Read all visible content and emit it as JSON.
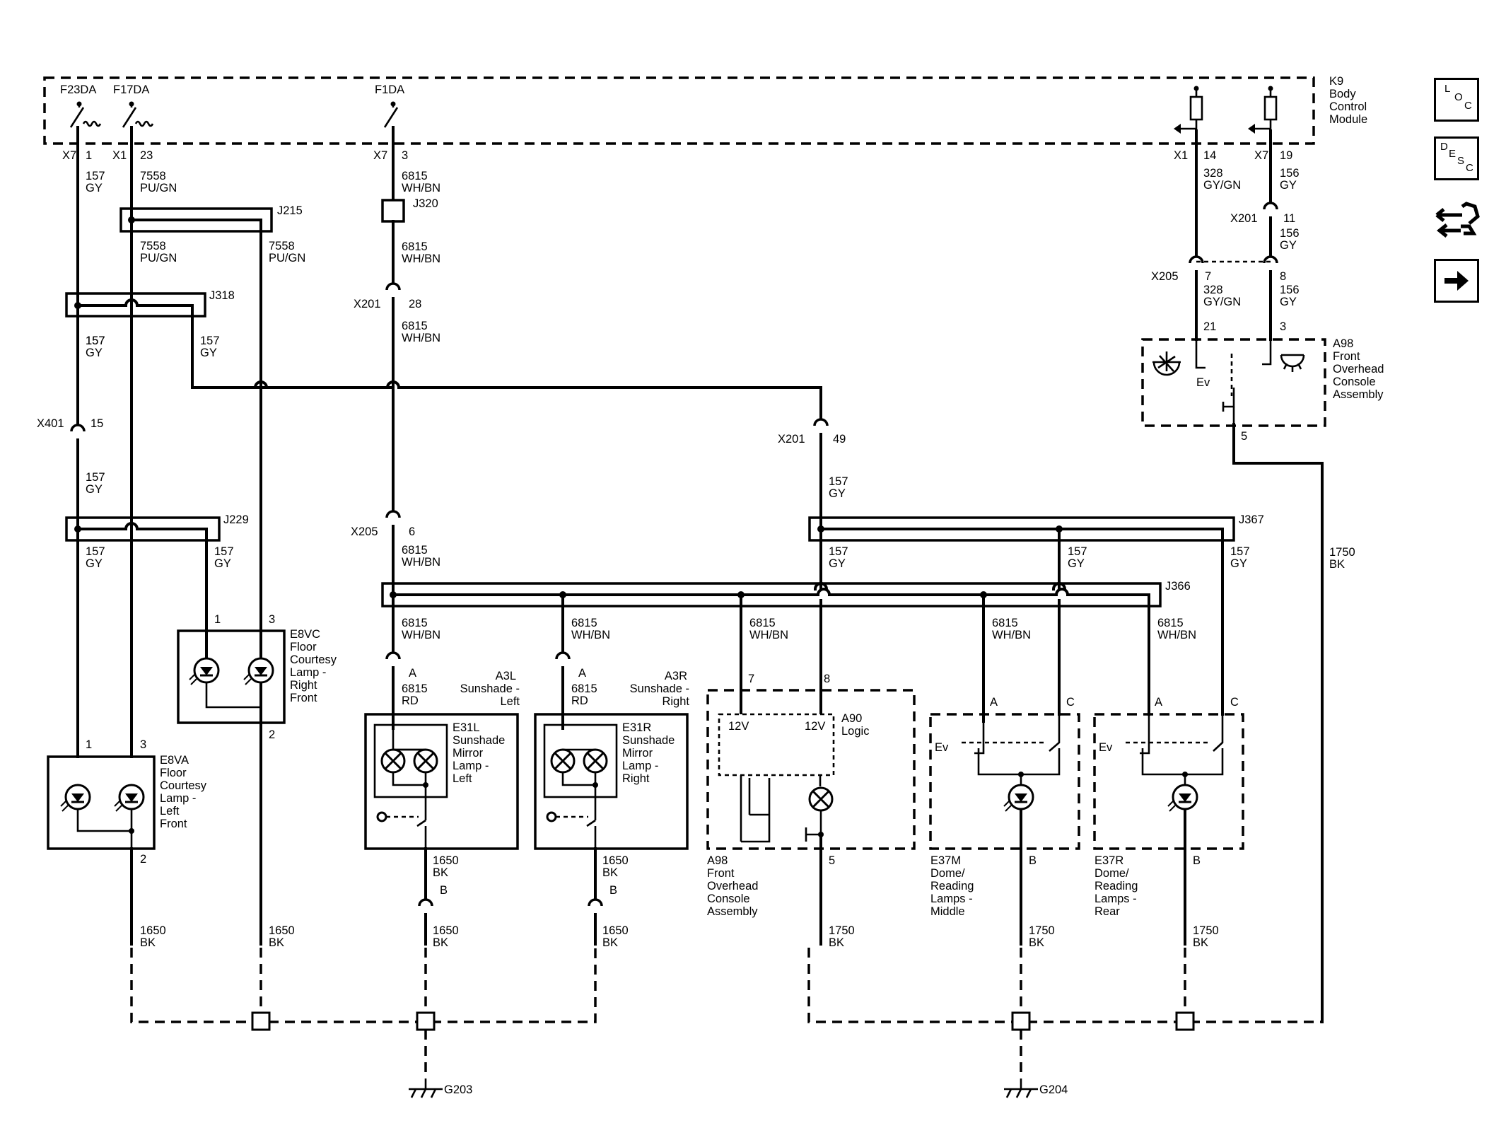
{
  "nav": {
    "loc": [
      "L",
      "O",
      "C"
    ],
    "desc": [
      "D",
      "E",
      "S",
      "C"
    ],
    "icons": [
      "connector-swap-icon",
      "next-arrow-icon"
    ]
  },
  "module": {
    "name": [
      "K9",
      "Body",
      "Control",
      "Module"
    ],
    "fuses": [
      "F23DA",
      "F17DA",
      "F1DA"
    ]
  },
  "pins": {
    "x7": "X7",
    "x1": "X1",
    "p1": "1",
    "p23": "23",
    "p3": "3",
    "p14": "14",
    "p19": "19",
    "x201": "X201",
    "x205": "X205",
    "x401": "X401",
    "p11": "11",
    "p7": "7",
    "p8": "8",
    "p21": "21",
    "p28": "28",
    "p49": "49",
    "p15": "15",
    "p6": "6",
    "p5": "5",
    "p2": "2",
    "A": "A",
    "B": "B",
    "C": "C"
  },
  "wires": {
    "w157": "157",
    "gy": "GY",
    "w7558": "7558",
    "pugn": "PU/GN",
    "w6815": "6815",
    "whbn": "WH/BN",
    "w328": "328",
    "gygn": "GY/GN",
    "w156": "156",
    "w1650": "1650",
    "bk": "BK",
    "w1750": "1750",
    "rd": "RD"
  },
  "splices": [
    "J215",
    "J318",
    "J320",
    "J229",
    "J367",
    "J366"
  ],
  "grounds": [
    "G203",
    "G204"
  ],
  "components": {
    "a98top": [
      "A98",
      "Front",
      "Overhead",
      "Console",
      "Assembly"
    ],
    "e8vc": [
      "E8VC",
      "Floor",
      "Courtesy",
      "Lamp -",
      "Right",
      "Front"
    ],
    "e8va": [
      "E8VA",
      "Floor",
      "Courtesy",
      "Lamp -",
      "Left",
      "Front"
    ],
    "a3l": [
      "A3L",
      "Sunshade -",
      "Left"
    ],
    "a3r": [
      "A3R",
      "Sunshade -",
      "Right"
    ],
    "e31l": [
      "E31L",
      "Sunshade",
      "Mirror",
      "Lamp -",
      "Left"
    ],
    "e31r": [
      "E31R",
      "Sunshade",
      "Mirror",
      "Lamp -",
      "Right"
    ],
    "a90": [
      "A90",
      "Logic"
    ],
    "v12": "12V",
    "a98bot": [
      "A98",
      "Front",
      "Overhead",
      "Console",
      "Assembly"
    ],
    "e37m": [
      "E37M",
      "Dome/",
      "Reading",
      "Lamps -",
      "Middle"
    ],
    "e37r": [
      "E37R",
      "Dome/",
      "Reading",
      "Lamps -",
      "Rear"
    ],
    "ev": "Ev"
  }
}
